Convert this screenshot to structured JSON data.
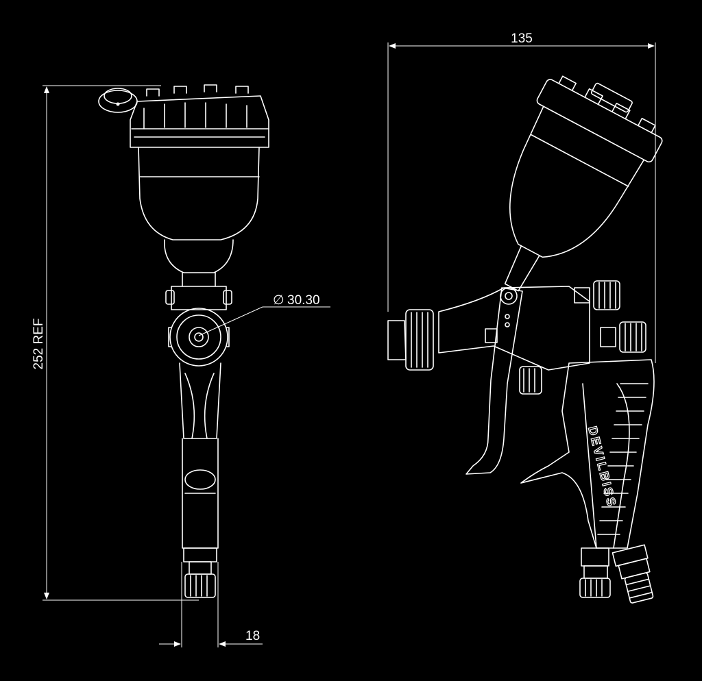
{
  "drawing": {
    "background": "#000000",
    "line_color": "#ffffff"
  },
  "dimensions": {
    "width_side": "135",
    "height_front": "252 REF",
    "diameter_prefix": "∅",
    "diameter_value": "30.30",
    "handle_width": "18"
  },
  "branding": {
    "logo": "DEVILBISS"
  },
  "icons": {
    "front_view": "spray-gun-front-view-icon",
    "side_view": "spray-gun-side-view-icon"
  }
}
